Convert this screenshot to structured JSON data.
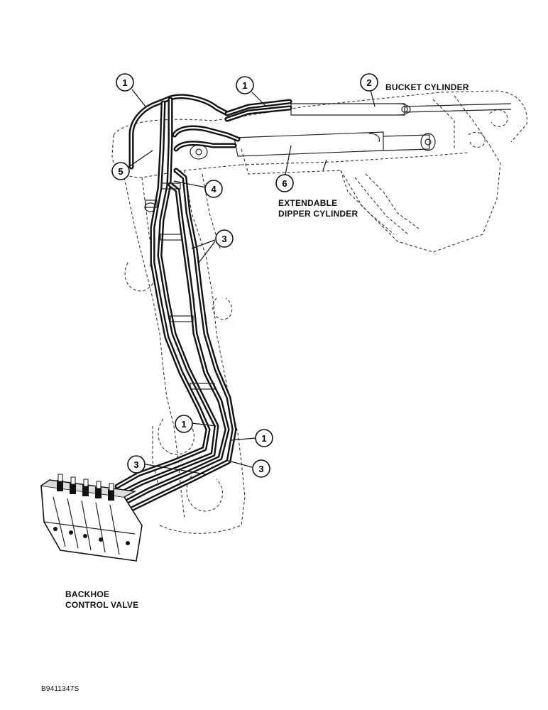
{
  "labels": {
    "bucket_cylinder": "BUCKET CYLINDER",
    "extendable_dipper_cylinder": "EXTENDABLE\nDIPPER CYLINDER",
    "backhoe_control_valve": "BACKHOE\nCONTROL VALVE",
    "figure_id": "B9411347S"
  },
  "callouts": [
    "1",
    "1",
    "2",
    "5",
    "4",
    "6",
    "3",
    "1",
    "1",
    "3",
    "3"
  ]
}
